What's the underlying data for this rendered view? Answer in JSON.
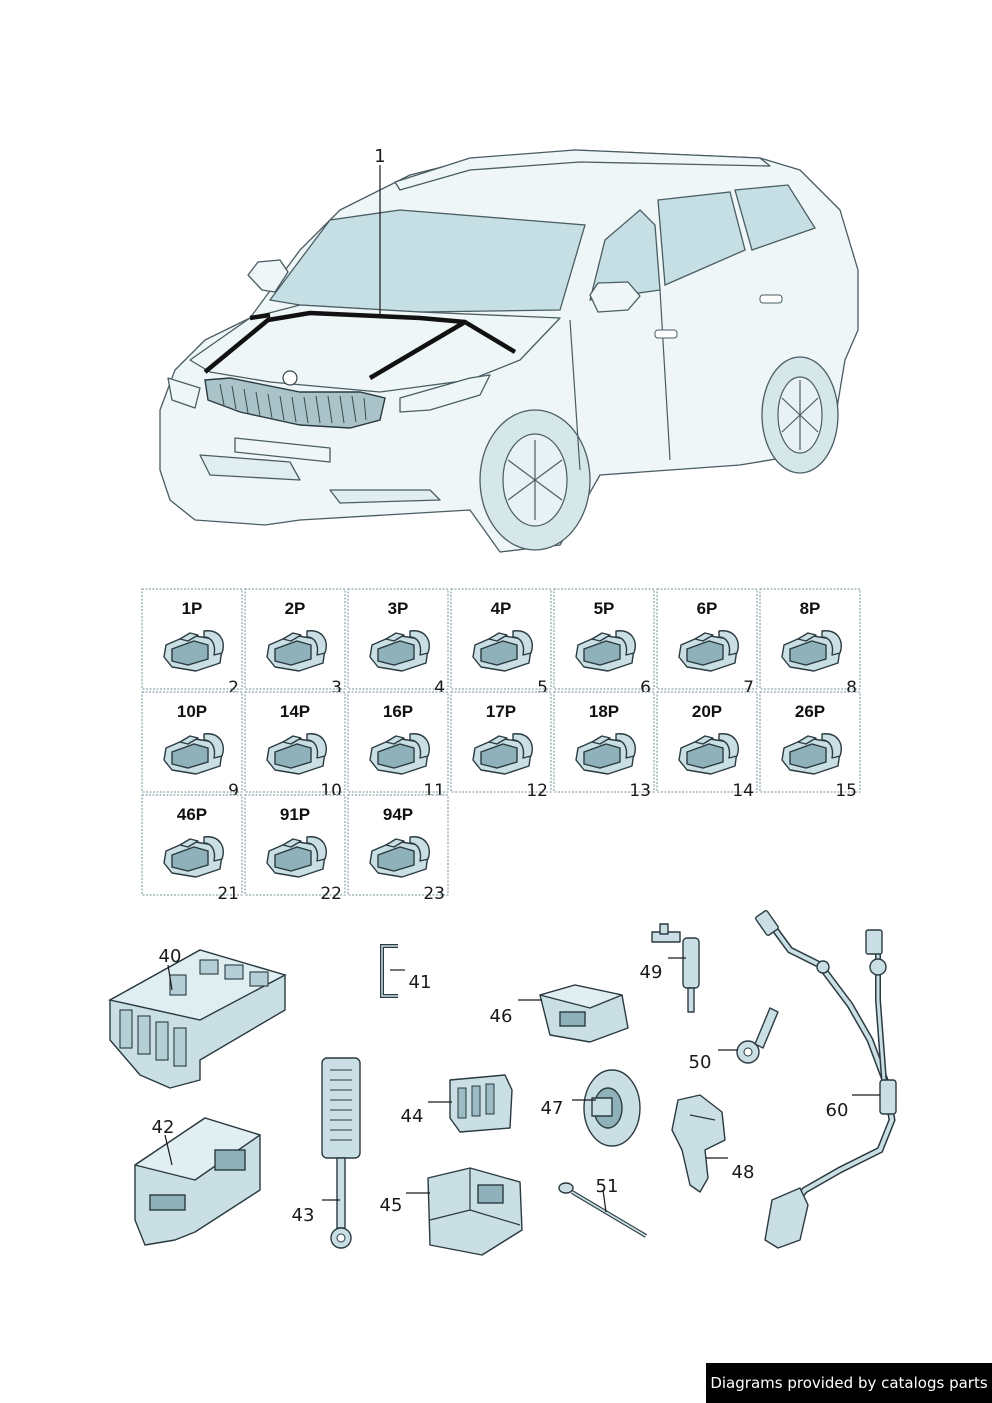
{
  "car": {
    "callout": "1"
  },
  "connectors": [
    {
      "label": "1P",
      "num": "2"
    },
    {
      "label": "2P",
      "num": "3"
    },
    {
      "label": "3P",
      "num": "4"
    },
    {
      "label": "4P",
      "num": "5"
    },
    {
      "label": "5P",
      "num": "6"
    },
    {
      "label": "6P",
      "num": "7"
    },
    {
      "label": "8P",
      "num": "8"
    },
    {
      "label": "10P",
      "num": "9"
    },
    {
      "label": "14P",
      "num": "10"
    },
    {
      "label": "16P",
      "num": "11"
    },
    {
      "label": "17P",
      "num": "12"
    },
    {
      "label": "18P",
      "num": "13"
    },
    {
      "label": "20P",
      "num": "14"
    },
    {
      "label": "26P",
      "num": "15"
    },
    {
      "label": "46P",
      "num": "21"
    },
    {
      "label": "91P",
      "num": "22"
    },
    {
      "label": "94P",
      "num": "23"
    }
  ],
  "parts": {
    "p40": "40",
    "p41": "41",
    "p42": "42",
    "p43": "43",
    "p44": "44",
    "p45": "45",
    "p46": "46",
    "p47": "47",
    "p48": "48",
    "p49": "49",
    "p50": "50",
    "p51": "51",
    "p60": "60"
  },
  "footer": {
    "text": "Diagrams provided by catalogs parts"
  },
  "colors": {
    "part_fill": "#c9dfe4",
    "outline": "#2a3a40",
    "footer_bg": "#000000"
  }
}
